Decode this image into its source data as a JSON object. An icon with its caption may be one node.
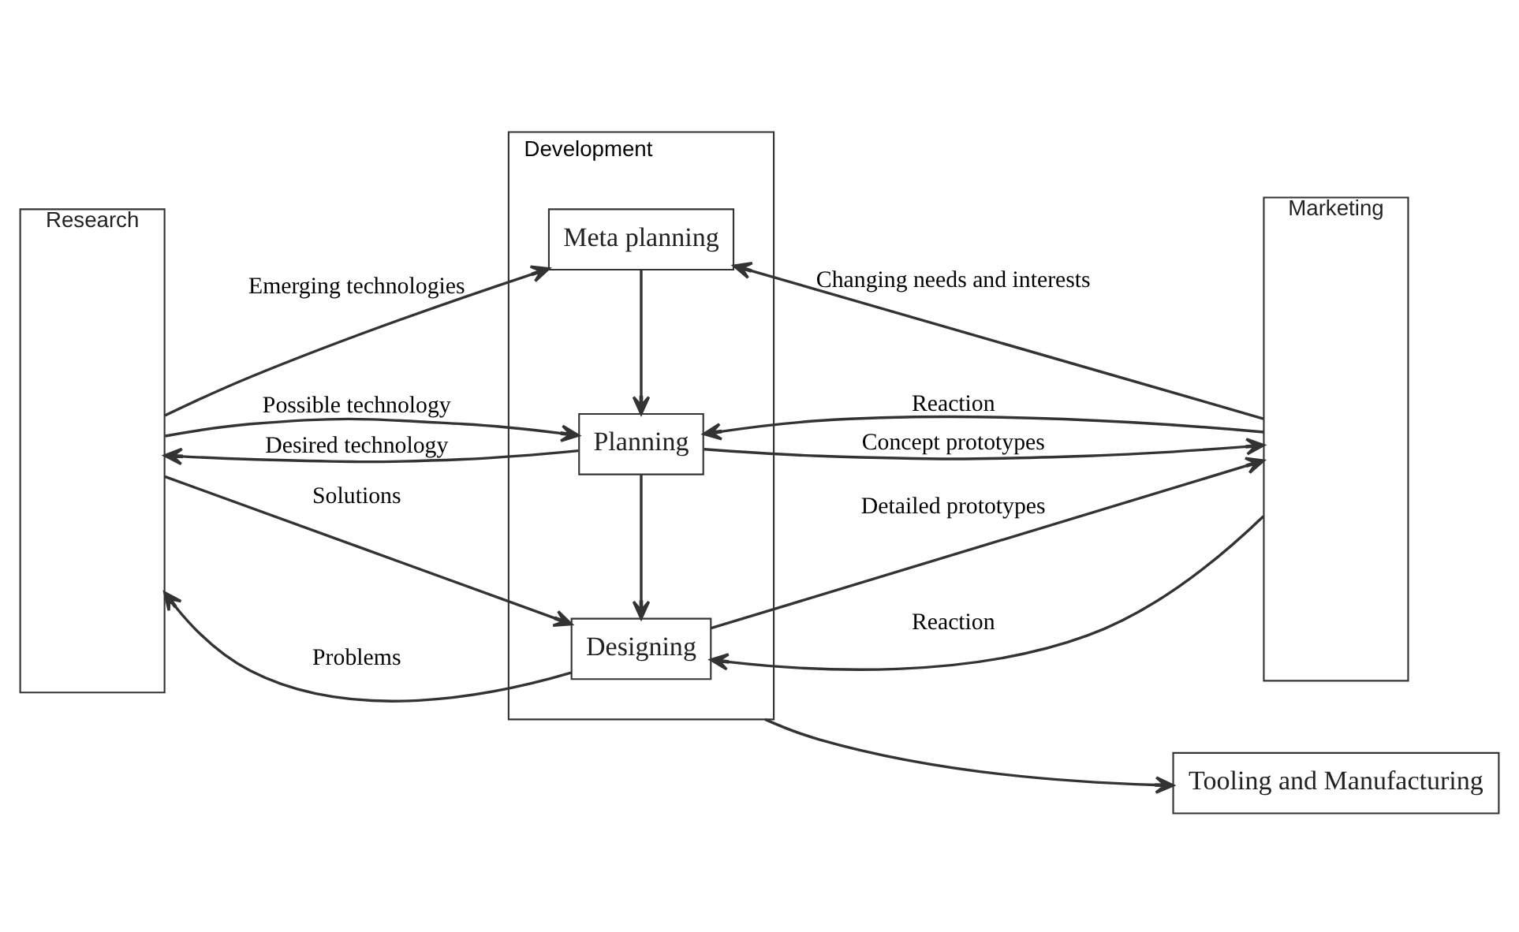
{
  "diagram": {
    "nodes": [
      {
        "text": [
          "Research"
        ]
      },
      {
        "text": [
          "Development"
        ]
      },
      {
        "text": [
          "Meta planning"
        ],
        "in": 1
      },
      {
        "text": [
          "Planning"
        ],
        "in": 1
      },
      {
        "text": [
          "Designing"
        ],
        "in": 1
      },
      {
        "text": [
          "Marketing"
        ]
      },
      {
        "text": [
          "Tooling and Manufacturing"
        ]
      }
    ],
    "edges": [
      {
        "from": 0,
        "to": 2,
        "arrow": "to",
        "label": "Emerging technologies"
      },
      {
        "from": 5,
        "to": 2,
        "arrow": "to",
        "label": "Changing needs and interests"
      },
      {
        "from": 2,
        "to": 3,
        "arrow": "to"
      },
      {
        "from": 3,
        "to": 0,
        "arrow": "to",
        "label": "Desired technology"
      },
      {
        "from": 0,
        "to": 3,
        "arrow": "to",
        "label": "Possible technology"
      },
      {
        "from": 3,
        "to": 5,
        "arrow": "to",
        "label": "Concept prototypes"
      },
      {
        "from": 5,
        "to": 3,
        "arrow": "to",
        "label": "Reaction"
      },
      {
        "from": 3,
        "to": 4,
        "arrow": "to"
      },
      {
        "from": 4,
        "to": 0,
        "arrow": "to",
        "label": "Problems"
      },
      {
        "from": 0,
        "to": 4,
        "arrow": "to",
        "label": "Solutions"
      },
      {
        "from": 4,
        "to": 5,
        "arrow": "to",
        "label": "Detailed prototypes"
      },
      {
        "from": 5,
        "to": 4,
        "arrow": "to",
        "label": "Reaction"
      },
      {
        "from": 4,
        "to": 6,
        "arrow": "to"
      }
    ]
  }
}
